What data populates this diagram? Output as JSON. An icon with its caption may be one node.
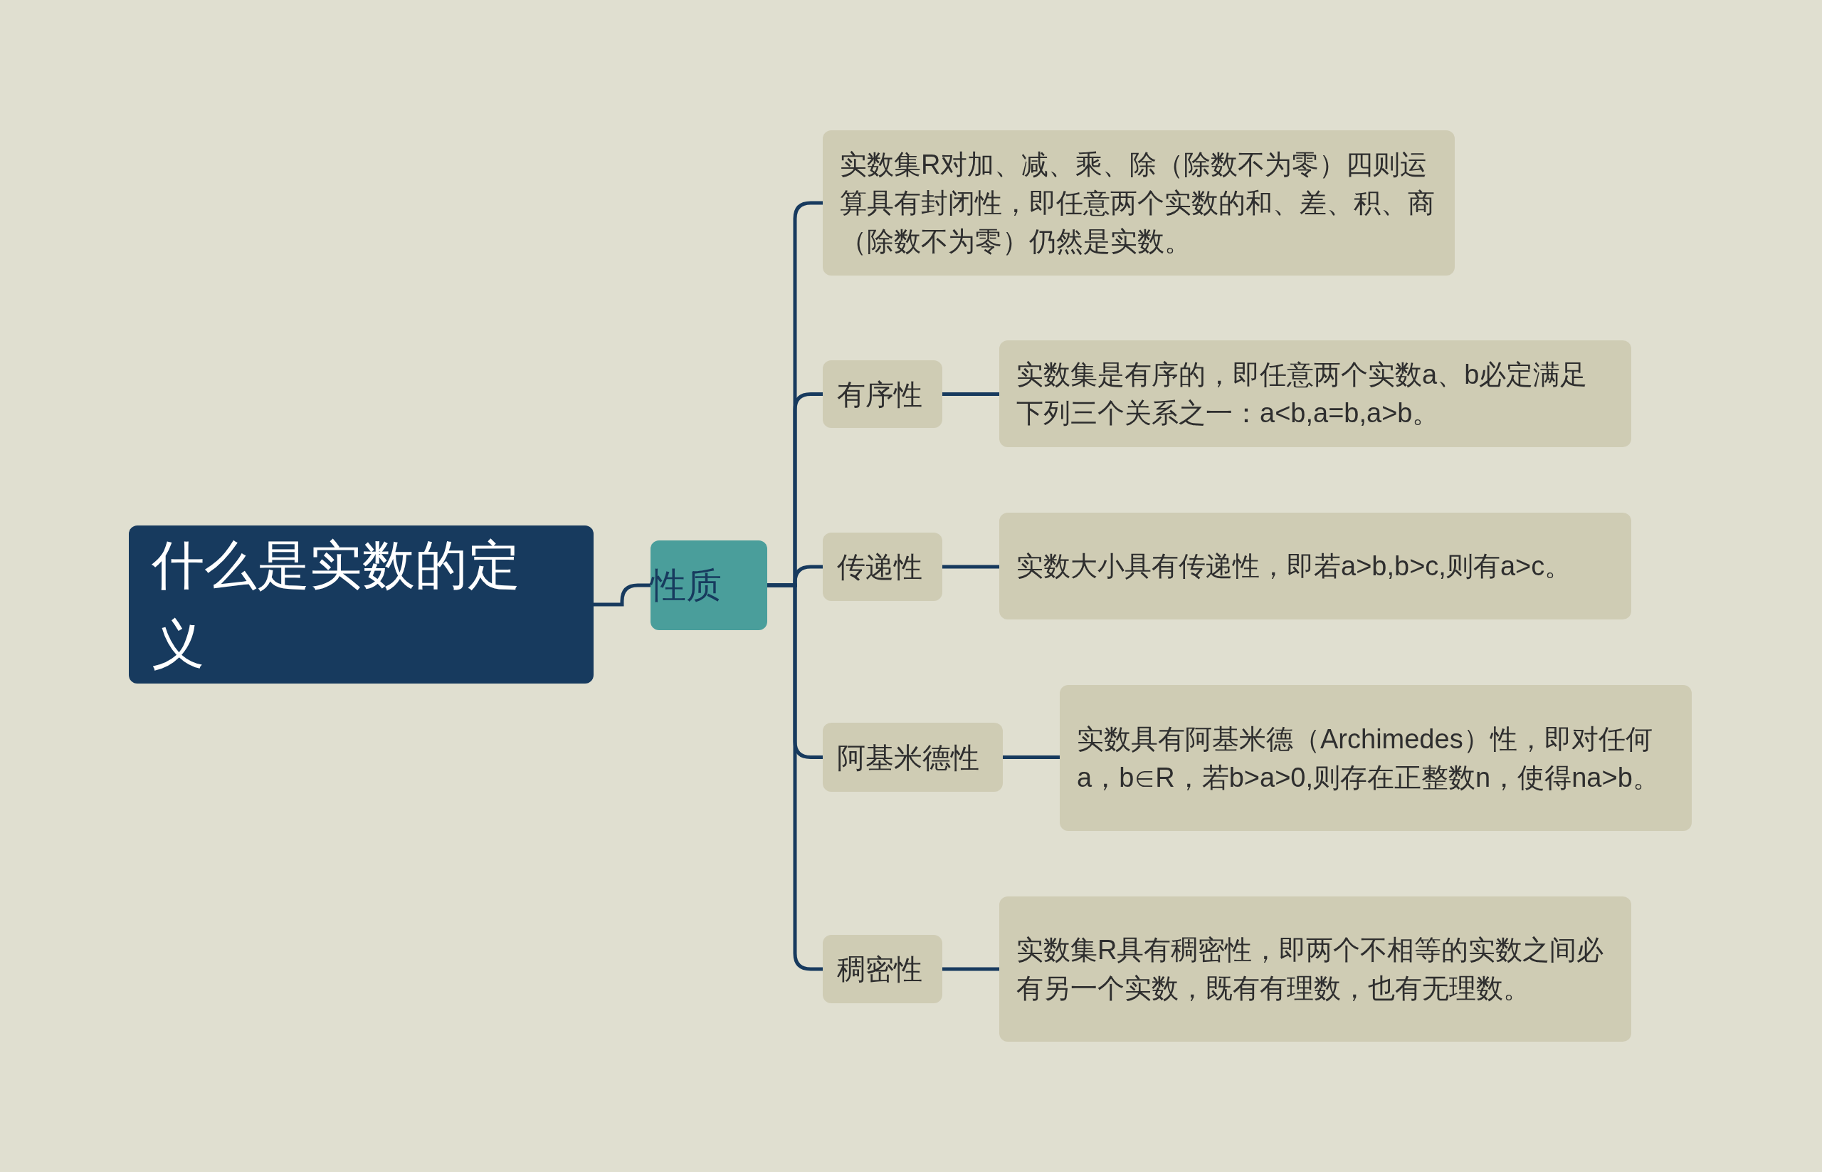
{
  "diagram": {
    "nodes": [
      {
        "text": [
          "什么是实数的定义"
        ]
      },
      {
        "text": [
          "性质"
        ]
      },
      {
        "text": [
          "实数集R对加、减、乘、除（除数不为零）四则运算具有封闭性，即任意两个实数的和、差、积、商（除数不为零）仍然是实数。"
        ]
      },
      {
        "text": [
          "有序性"
        ]
      },
      {
        "text": [
          "实数集是有序的，即任意两个实数a、b必定满足下列三个关系之一：a<b,a=b,a>b。"
        ]
      },
      {
        "text": [
          "传递性"
        ]
      },
      {
        "text": [
          "实数大小具有传递性，即若a>b,b>c,则有a>c。"
        ]
      },
      {
        "text": [
          "阿基米德性"
        ]
      },
      {
        "text": [
          "实数具有阿基米德（Archimedes）性，即对任何a，b∈R，若b>a>0,则存在正整数n，使得na>b。"
        ]
      },
      {
        "text": [
          "稠密性"
        ]
      },
      {
        "text": [
          "实数集R具有稠密性，即两个不相等的实数之间必有另一个实数，既有有理数，也有无理数。"
        ]
      }
    ],
    "edges": [
      {
        "from": 0,
        "to": 1,
        "arrow": "none"
      },
      {
        "from": 1,
        "to": 2,
        "arrow": "none"
      },
      {
        "from": 1,
        "to": 3,
        "arrow": "none"
      },
      {
        "from": 1,
        "to": 5,
        "arrow": "none"
      },
      {
        "from": 1,
        "to": 7,
        "arrow": "none"
      },
      {
        "from": 1,
        "to": 9,
        "arrow": "none"
      },
      {
        "from": 3,
        "to": 4,
        "arrow": "none"
      },
      {
        "from": 5,
        "to": 6,
        "arrow": "none"
      },
      {
        "from": 7,
        "to": 8,
        "arrow": "none"
      },
      {
        "from": 9,
        "to": 10,
        "arrow": "none"
      }
    ]
  }
}
